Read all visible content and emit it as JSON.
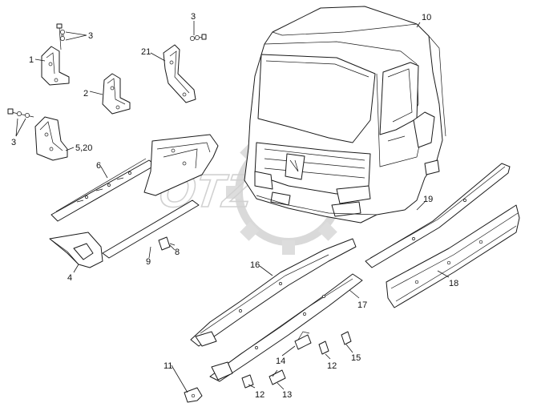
{
  "watermark": {
    "text": "OTZ",
    "color": "#d0d0d0"
  },
  "callouts": [
    {
      "id": "c10",
      "label": "10"
    },
    {
      "id": "c3a",
      "label": "3"
    },
    {
      "id": "c3b",
      "label": "3"
    },
    {
      "id": "c3c",
      "label": "3"
    },
    {
      "id": "c1",
      "label": "1"
    },
    {
      "id": "c21",
      "label": "21"
    },
    {
      "id": "c2",
      "label": "2"
    },
    {
      "id": "c520",
      "label": "5,20"
    },
    {
      "id": "c6",
      "label": "6"
    },
    {
      "id": "c4",
      "label": "4"
    },
    {
      "id": "c9",
      "label": "9"
    },
    {
      "id": "c8",
      "label": "8"
    },
    {
      "id": "c19",
      "label": "19"
    },
    {
      "id": "c16",
      "label": "16"
    },
    {
      "id": "c17",
      "label": "17"
    },
    {
      "id": "c18",
      "label": "18"
    },
    {
      "id": "c14",
      "label": "14"
    },
    {
      "id": "c15",
      "label": "15"
    },
    {
      "id": "c12a",
      "label": "12"
    },
    {
      "id": "c11",
      "label": "11"
    },
    {
      "id": "c12b",
      "label": "12"
    },
    {
      "id": "c13",
      "label": "13"
    }
  ]
}
